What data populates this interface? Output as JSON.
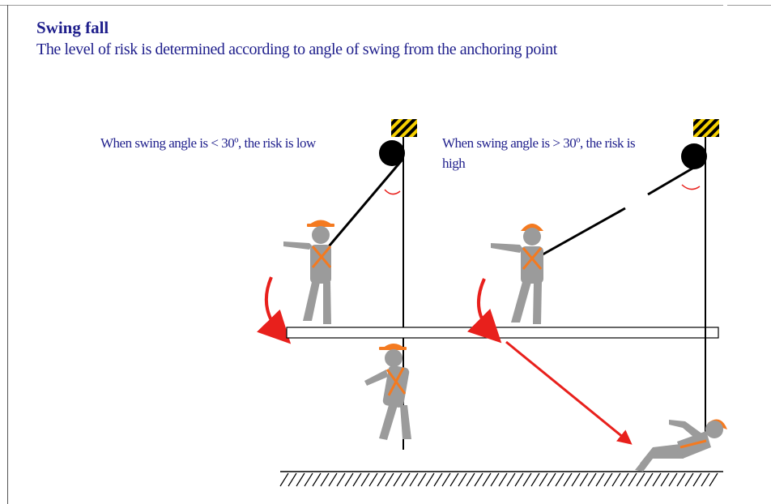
{
  "slide": {
    "title": "Swing fall",
    "subtitle": "The level of risk is determined according to angle of swing from the anchoring point"
  },
  "captions": {
    "low_risk": "When swing angle is < 30º,  the risk is low",
    "high_risk": "When swing angle is > 30º, the risk is high"
  },
  "colors": {
    "text": "#1f1f8c",
    "worker": "#9b9b9b",
    "helmet_and_harness": "#f47a20",
    "swing_arrow": "#e8201c",
    "lifeline": "#000000",
    "anchor_hazard_stripes": "#f5d000"
  },
  "icons": [
    "anchor-hazard-icon",
    "pulley-icon",
    "worker-figure",
    "swing-arrow-icon",
    "ground-hatching"
  ]
}
